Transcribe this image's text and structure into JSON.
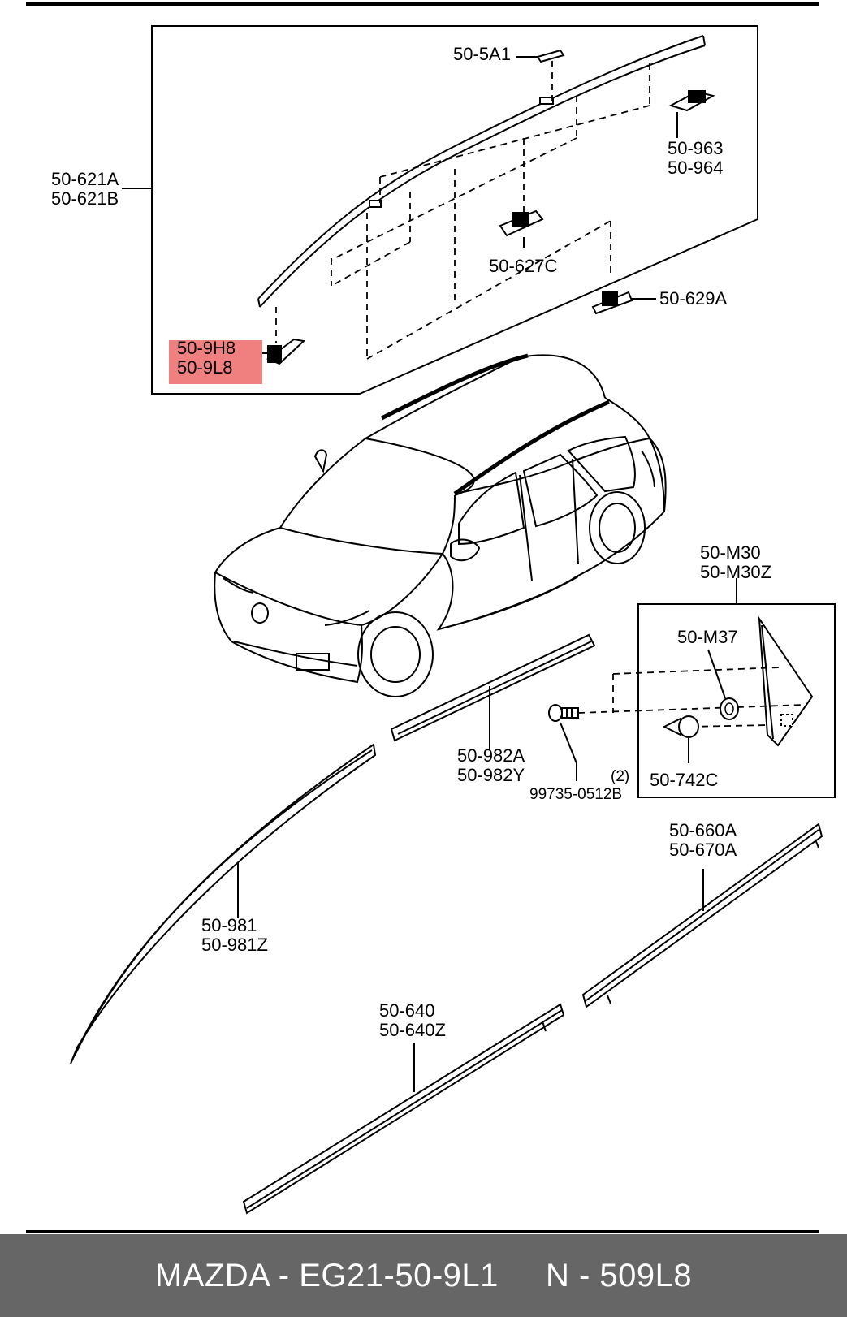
{
  "colors": {
    "highlight": "#f08080",
    "footer_bg": "#666666",
    "footer_text": "#ffffff",
    "line": "#000000"
  },
  "labels": {
    "p_5A1": "50-5A1",
    "p_963": "50-963",
    "p_964": "50-964",
    "p_621A": "50-621A",
    "p_621B": "50-621B",
    "p_627C": "50-627C",
    "p_629A": "50-629A",
    "p_9H8": "50-9H8",
    "p_9L8": "50-9L8",
    "p_M30": "50-M30",
    "p_M30Z": "50-M30Z",
    "p_M37": "50-M37",
    "p_982A": "50-982A",
    "p_982Y": "50-982Y",
    "qty": "(2)",
    "p_99735": "99735-0512B",
    "p_742C": "50-742C",
    "p_660A": "50-660A",
    "p_670A": "50-670A",
    "p_981": "50-981",
    "p_981Z": "50-981Z",
    "p_640": "50-640",
    "p_640Z": "50-640Z"
  },
  "footer": {
    "text": "MAZDA - EG21-50-9L1     N - 509L8"
  }
}
